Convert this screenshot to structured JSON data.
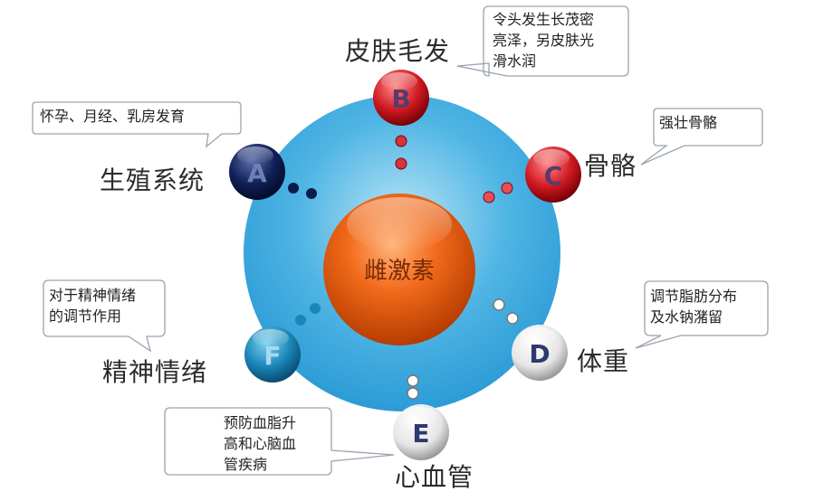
{
  "center": {
    "label": "雌激素"
  },
  "nodes": [
    {
      "letter": "A",
      "label": "生殖系统",
      "note_lines": [
        "怀孕、月经、乳房发育"
      ],
      "color": "#0d1b4a"
    },
    {
      "letter": "B",
      "label": "皮肤毛发",
      "note_lines": [
        "令头发生长茂密",
        "亮泽，另皮肤光",
        "滑水润"
      ],
      "color": "#c8141e"
    },
    {
      "letter": "C",
      "label": "骨骼",
      "note_lines": [
        "强壮骨骼"
      ],
      "color": "#c8141e"
    },
    {
      "letter": "D",
      "label": "体重",
      "note_lines": [
        "调节脂肪分布",
        "及水钠潴留"
      ],
      "color": "#e8e8e8"
    },
    {
      "letter": "E",
      "label": "心血管",
      "note_lines": [
        "预防血脂升",
        "高和心脑血",
        "管疾病"
      ],
      "color": "#e8e8e8"
    },
    {
      "letter": "F",
      "label": "精神情绪",
      "note_lines": [
        "对于精神情绪",
        "的调节作用"
      ],
      "color": "#1a86b8"
    }
  ]
}
